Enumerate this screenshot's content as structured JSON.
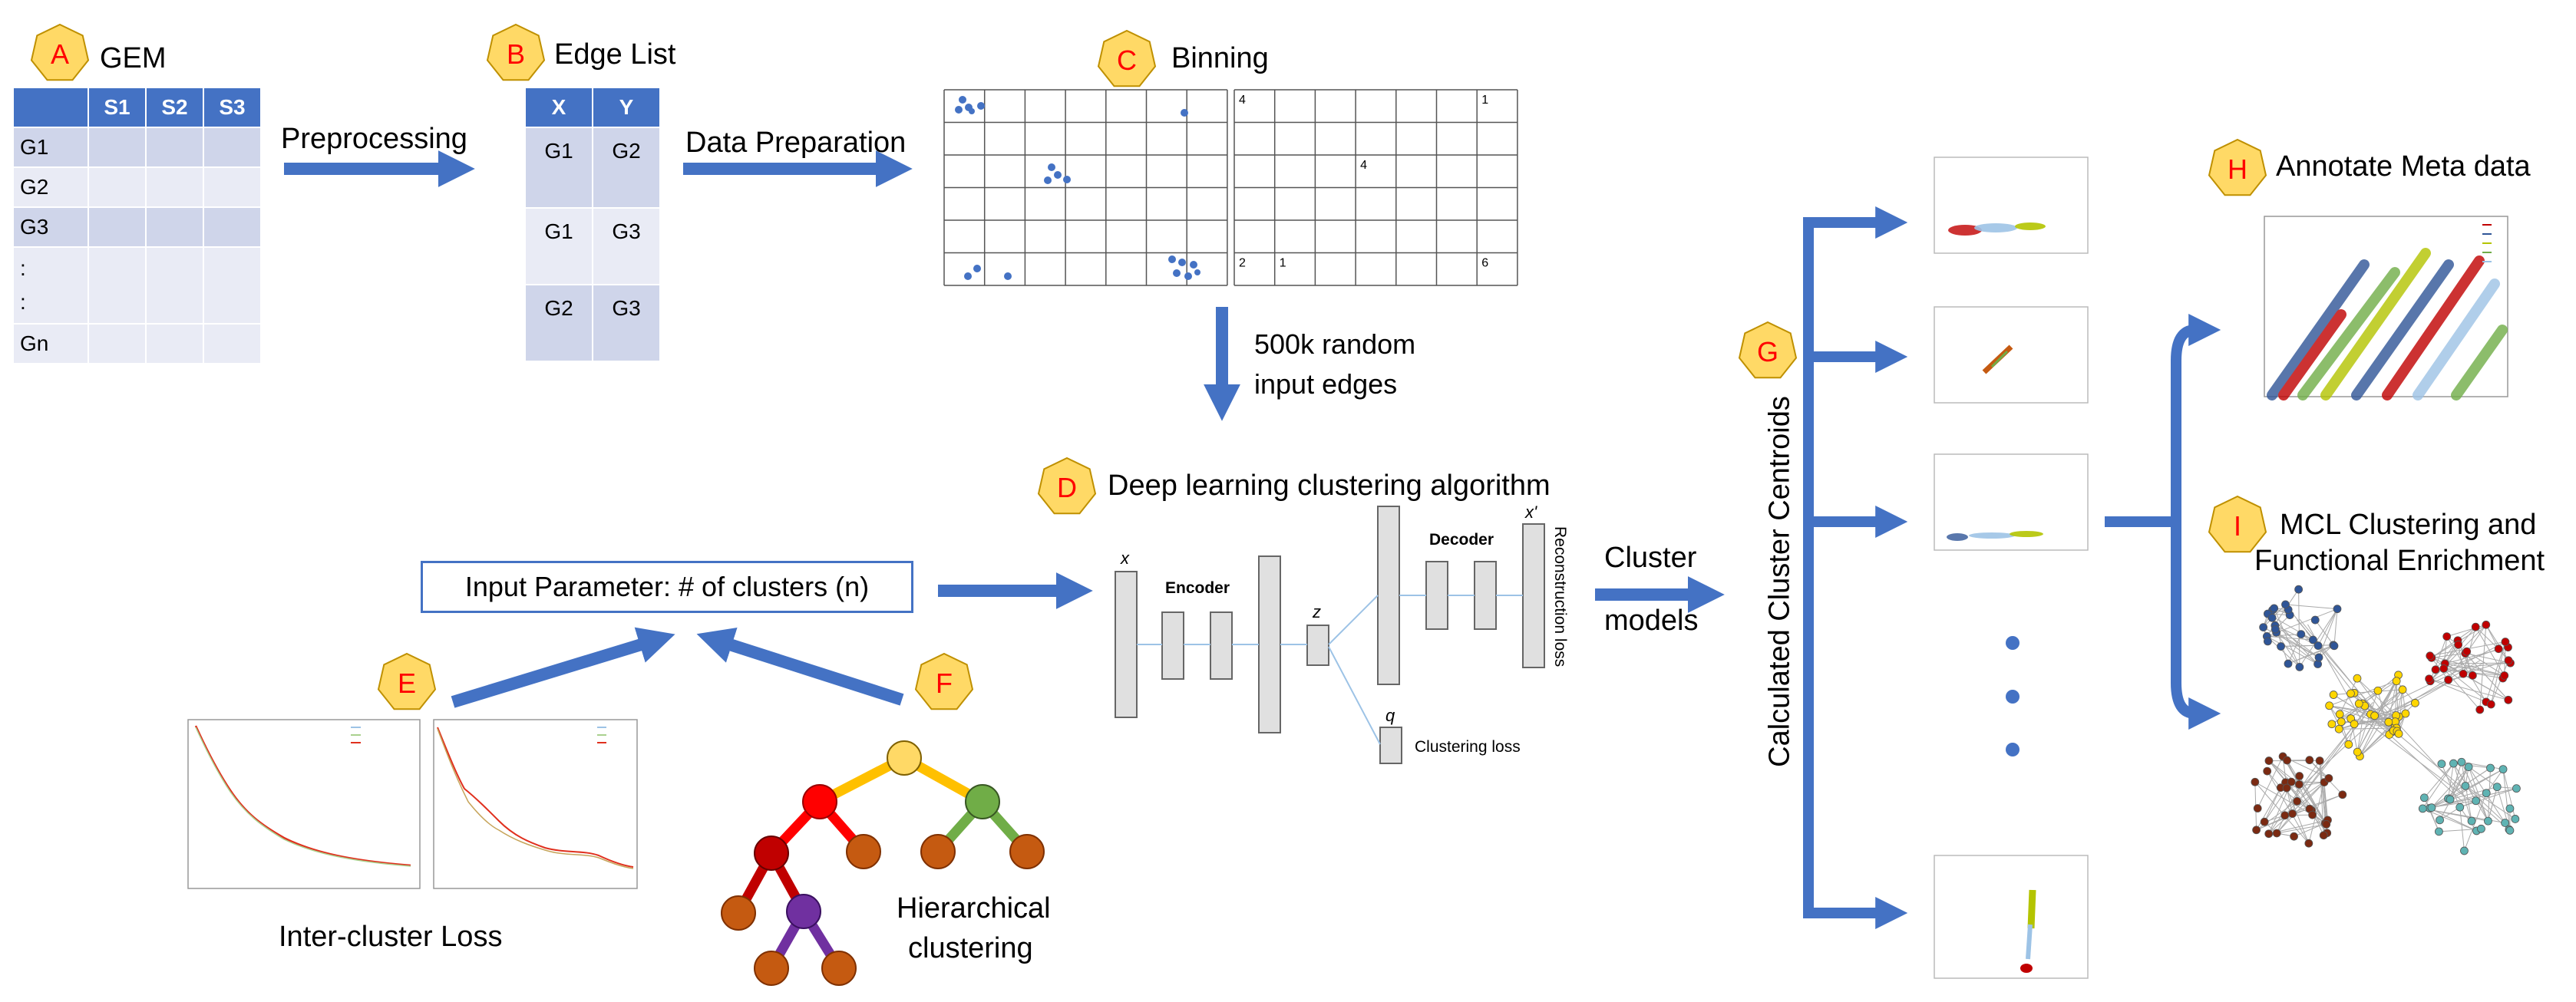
{
  "markers": {
    "a": "A",
    "b": "B",
    "c": "C",
    "d": "D",
    "e": "E",
    "f": "F",
    "g": "G",
    "h": "H",
    "i": "I"
  },
  "gem": {
    "title": "GEM",
    "headers": [
      "",
      "S1",
      "S2",
      "S3"
    ],
    "rows": [
      "G1",
      "G2",
      "G3",
      ":",
      ":",
      "Gn"
    ]
  },
  "edge_list": {
    "title": "Edge List",
    "headers": [
      "X",
      "Y"
    ],
    "rows": [
      [
        "G1",
        "G2"
      ],
      [
        "G1",
        "G3"
      ],
      [
        "G2",
        "G3"
      ]
    ]
  },
  "binning": {
    "title": "Binning",
    "counts": [
      {
        "row": 0,
        "col": 0,
        "text": "4"
      },
      {
        "row": 0,
        "col": 6,
        "text": "1"
      },
      {
        "row": 2,
        "col": 3,
        "text": "4"
      },
      {
        "row": 5,
        "col": 0,
        "text": "2"
      },
      {
        "row": 5,
        "col": 1,
        "text": "1"
      },
      {
        "row": 5,
        "col": 6,
        "text": "6"
      }
    ]
  },
  "arrows": {
    "preprocessing": "Preprocessing",
    "data_preparation": "Data Preparation",
    "random_edges_line1": "500k random",
    "random_edges_line2": "input edges",
    "cluster_models_line1": "Cluster",
    "cluster_models_line2": "models"
  },
  "dl": {
    "title": "Deep learning clustering algorithm",
    "x": "x",
    "encoder": "Encoder",
    "z": "z",
    "decoder": "Decoder",
    "x_prime": "x'",
    "recon_loss": "Reconstruction loss",
    "q": "q",
    "clustering_loss": "Clustering loss"
  },
  "input_param": "Input Parameter: # of clusters (n)",
  "inter_cluster_loss": "Inter-cluster Loss",
  "hier_line1": "Hierarchical",
  "hier_line2": "clustering",
  "centroids_label": "Calculated Cluster Centroids",
  "annotate": "Annotate Meta data",
  "mcl_line1": "MCL Clustering and",
  "mcl_line2": "Functional Enrichment",
  "colors": {
    "arrow": "#4472c4",
    "table_header": "#4472c4",
    "table_dark": "#cfd5ea",
    "table_light": "#e9ebf5",
    "marker_fill": "#ffd966",
    "marker_text": "#ff0000"
  }
}
